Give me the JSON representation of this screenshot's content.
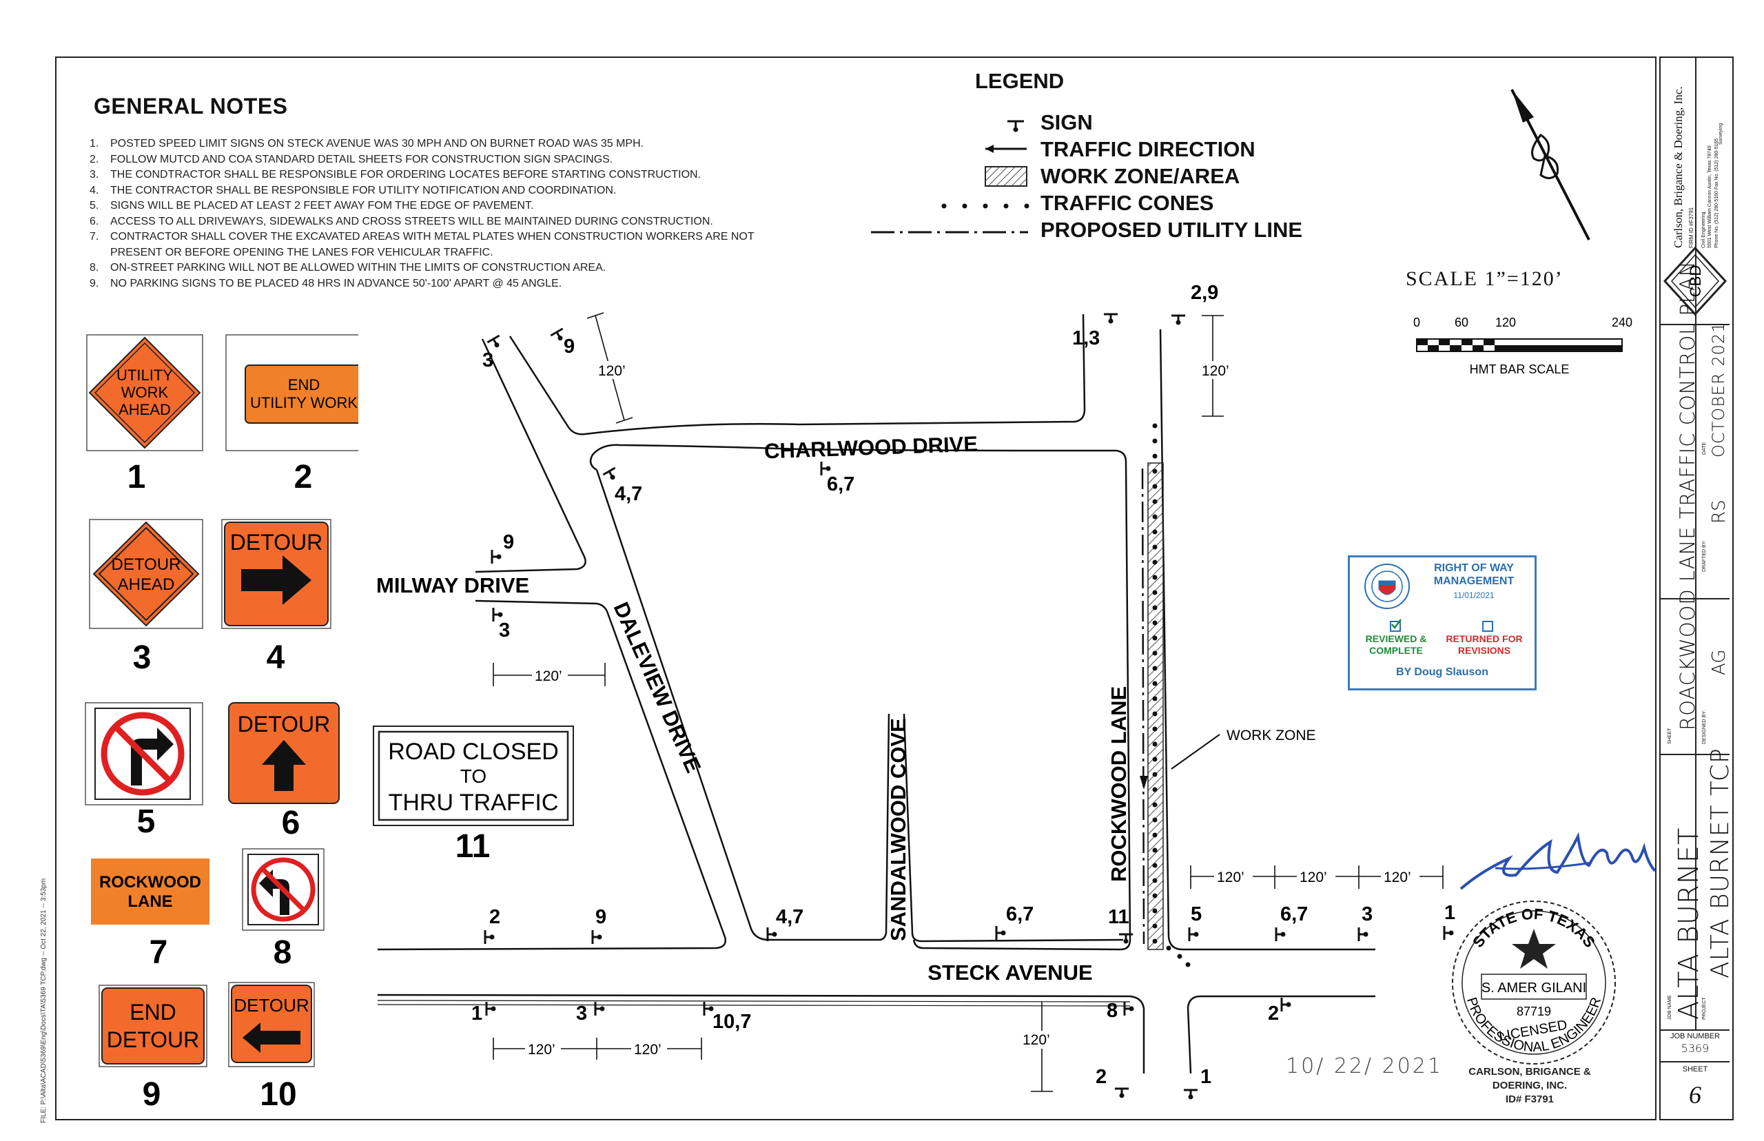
{
  "general_notes": {
    "title": "GENERAL NOTES",
    "items": [
      {
        "num": "1.",
        "text": "POSTED SPEED LIMIT SIGNS ON STECK AVENUE WAS 30 MPH AND ON BURNET ROAD WAS 35 MPH."
      },
      {
        "num": "2.",
        "text": "FOLLOW MUTCD AND COA STANDARD DETAIL SHEETS FOR CONSTRUCTION SIGN SPACINGS."
      },
      {
        "num": "3.",
        "text": "THE CONDTRACTOR SHALL BE RESPONSIBLE FOR ORDERING LOCATES BEFORE STARTING CONSTRUCTION."
      },
      {
        "num": "4.",
        "text": "THE CONTRACTOR SHALL BE RESPONSIBLE FOR UTILITY NOTIFICATION AND COORDINATION."
      },
      {
        "num": "5.",
        "text": "SIGNS WILL BE PLACED AT LEAST 2 FEET AWAY FOM THE EDGE OF PAVEMENT."
      },
      {
        "num": "6.",
        "text": "ACCESS TO ALL DRIVEWAYS, SIDEWALKS AND CROSS STREETS WILL BE MAINTAINED DURING CONSTRUCTION."
      },
      {
        "num": "7.",
        "text": "CONTRACTOR SHALL COVER THE EXCAVATED AREAS WITH METAL PLATES WHEN CONSTRUCTION WORKERS ARE NOT PRESENT OR BEFORE OPENING THE LANES FOR VEHICULAR TRAFFIC."
      },
      {
        "num": "8.",
        "text": "ON-STREET PARKING WILL NOT BE ALLOWED WITHIN THE LIMITS OF CONSTRUCTION AREA."
      },
      {
        "num": "9.",
        "text": "NO PARKING SIGNS TO BE PLACED 48 HRS IN ADVANCE 50'-100' APART @ 45 ANGLE."
      }
    ]
  },
  "legend": {
    "title": "LEGEND",
    "sign": "SIGN",
    "traffic_direction": "TRAFFIC DIRECTION",
    "work_zone": "WORK ZONE/AREA",
    "traffic_cones": "TRAFFIC CONES",
    "utility_line": "PROPOSED UTILITY LINE"
  },
  "scale": {
    "text": "SCALE    1”=120’",
    "ticks": [
      "0",
      "60",
      "120",
      "240"
    ],
    "bar_label": "HMT BAR SCALE"
  },
  "signs": {
    "s1": {
      "lines": [
        "UTILITY",
        "WORK",
        "AHEAD"
      ],
      "num": "1"
    },
    "s2": {
      "lines": [
        "END",
        "UTILITY WORK"
      ],
      "num": "2"
    },
    "s3": {
      "lines": [
        "DETOUR",
        "AHEAD"
      ],
      "num": "3"
    },
    "s4": {
      "label": "DETOUR",
      "num": "4"
    },
    "s5": {
      "num": "5"
    },
    "s6": {
      "label": "DETOUR",
      "num": "6"
    },
    "s7": {
      "lines": [
        "ROCKWOOD",
        "LANE"
      ],
      "num": "7"
    },
    "s8": {
      "num": "8"
    },
    "s9": {
      "lines": [
        "END",
        "DETOUR"
      ],
      "num": "9"
    },
    "s10": {
      "label": "DETOUR",
      "num": "10"
    },
    "s11": {
      "lines": [
        "ROAD  CLOSED",
        "TO",
        "THRU  TRAFFIC"
      ],
      "num": "11"
    }
  },
  "map": {
    "streets": {
      "charlwood": "CHARLWOOD DRIVE",
      "milway": "MILWAY DRIVE",
      "daleview": "DALEVIEW DRIVE",
      "sandalwood": "SANDALWOOD COVE",
      "rockwood": "ROCKWOOD LANE",
      "steck": "STECK AVENUE"
    },
    "work_zone_label": "WORK ZONE",
    "dimension": "120’",
    "sign_labels": {
      "a": "3",
      "b": "9",
      "c": "1,3",
      "d": "2,9",
      "e": "4,7",
      "f": "6,7",
      "g": "9",
      "h": "3",
      "i": "2",
      "j": "9",
      "k": "4,7",
      "l": "6,7",
      "m": "11",
      "n": "5",
      "o": "6,7",
      "p": "3",
      "q": "1",
      "r": "1",
      "s": "3",
      "t": "10,7",
      "u": "8",
      "v": "2",
      "w": "2",
      "x": "1"
    }
  },
  "stamp_row": {
    "title": "RIGHT OF WAY MANAGEMENT",
    "title_l1": "RIGHT OF WAY",
    "title_l2": "MANAGEMENT",
    "date": "11/01/2021",
    "reviewed_l1": "REVIEWED &",
    "reviewed_l2": "COMPLETE",
    "returned_l1": "RETURNED FOR",
    "returned_l2": "REVISIONS",
    "by": "BY Doug Slauson",
    "reviewed_checked": true
  },
  "pe_seal": {
    "state": "STATE OF TEXAS",
    "name": "S. AMER GILANI",
    "number": "87719",
    "licensed": "LICENSED",
    "professional": "PROFESSIONAL ENGINEER",
    "firm_l1": "CARLSON, BRIGANCE & DOERING, INC.",
    "firm_l2": "ID# F3791",
    "signature": "Gilani",
    "date": "10/ 22/ 2021"
  },
  "title_block": {
    "firm": "Carlson, Brigance & Doering, Inc.",
    "firm_id": "FIRM ID #F3791",
    "civil": "Civil Engineering",
    "surveying": "Surveying",
    "address": "5501 West William Cannon   Austin, Texas 78749",
    "phone": "Phone No. (512) 280-5160   Fax No. (512) 280-5165",
    "logo": "CBD",
    "sheet_label": "SHEET",
    "sheet_title": "ROACKWOOD LANE TRAFFIC CONTROL PLAN",
    "date_label": "DATE",
    "date": "OCTOBER 2021",
    "drafted_label": "DRAFTED BY:",
    "drafted": "RS",
    "designed_label": "DESIGNED BY:",
    "designed": "AG",
    "job_name_label": "JOB NAME",
    "job_name": "ALTA BURNET",
    "project_label": "PROJECT",
    "project": "ALTA BURNET TCP",
    "job_number_label": "JOB NUMBER",
    "job_number": "5369",
    "sheet_num_label": "SHEET",
    "sheet_num": "6"
  },
  "file_path": "FILE: P:\\Alta\\ACAD\\5369\\Eng\\Docs\\TA\\5369 TCP.dwg -- Oct 22, 2021 -- 3:53pm"
}
